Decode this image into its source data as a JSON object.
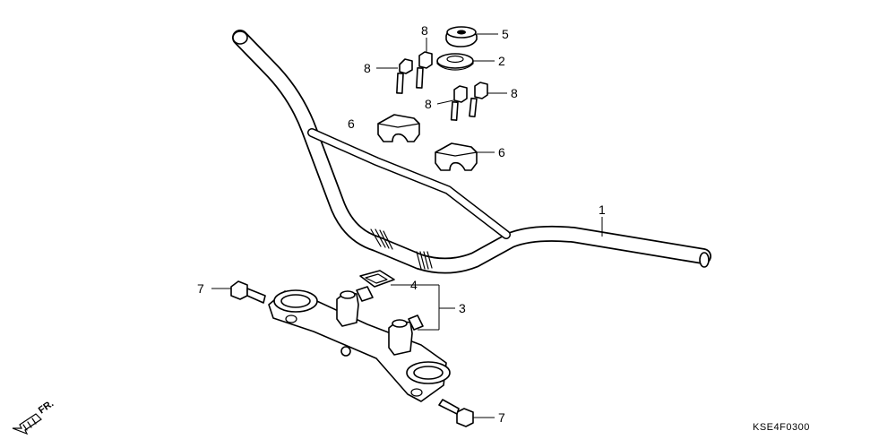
{
  "diagram_code": "KSE4F0300",
  "front_marker": "FR.",
  "callouts": [
    {
      "id": "c1",
      "label": "1"
    },
    {
      "id": "c2",
      "label": "2"
    },
    {
      "id": "c3",
      "label": "3"
    },
    {
      "id": "c4",
      "label": "4"
    },
    {
      "id": "c5",
      "label": "5"
    },
    {
      "id": "c6a",
      "label": "6"
    },
    {
      "id": "c6b",
      "label": "6"
    },
    {
      "id": "c7a",
      "label": "7"
    },
    {
      "id": "c7b",
      "label": "7"
    },
    {
      "id": "c8a",
      "label": "8"
    },
    {
      "id": "c8b",
      "label": "8"
    },
    {
      "id": "c8c",
      "label": "8"
    },
    {
      "id": "c8d",
      "label": "8"
    }
  ]
}
